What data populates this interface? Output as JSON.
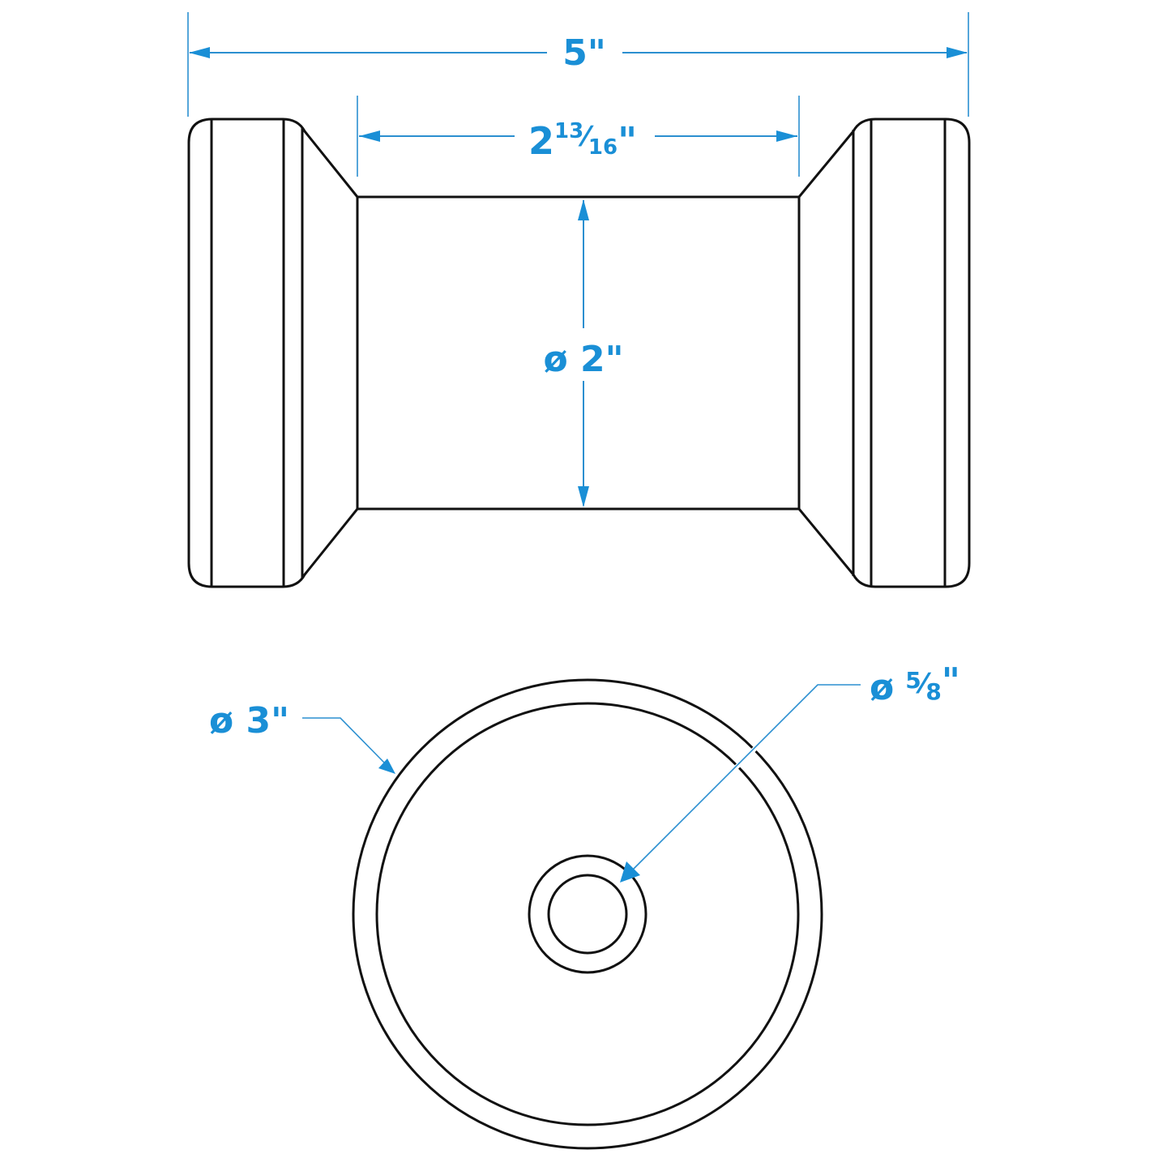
{
  "diagram": {
    "title": "Keel roller dimension drawing",
    "colors": {
      "dimension": "#1a8fd6",
      "outline": "#111111",
      "background": "#ffffff"
    },
    "side_view": {
      "overall_length": {
        "label": "5\"",
        "value_in": 5
      },
      "center_length": {
        "whole": "2",
        "numerator": "13",
        "denominator": "16",
        "suffix": "\"",
        "value_in": 2.8125
      },
      "center_diameter": {
        "symbol": "ø",
        "label": "ø 2\"",
        "value_in": 2
      }
    },
    "end_view": {
      "outer_diameter": {
        "symbol": "ø",
        "label": "ø 3\"",
        "value_in": 3
      },
      "bore_diameter": {
        "symbol": "ø",
        "numerator": "5",
        "denominator": "8",
        "suffix": "\"",
        "value_in": 0.625
      }
    }
  }
}
